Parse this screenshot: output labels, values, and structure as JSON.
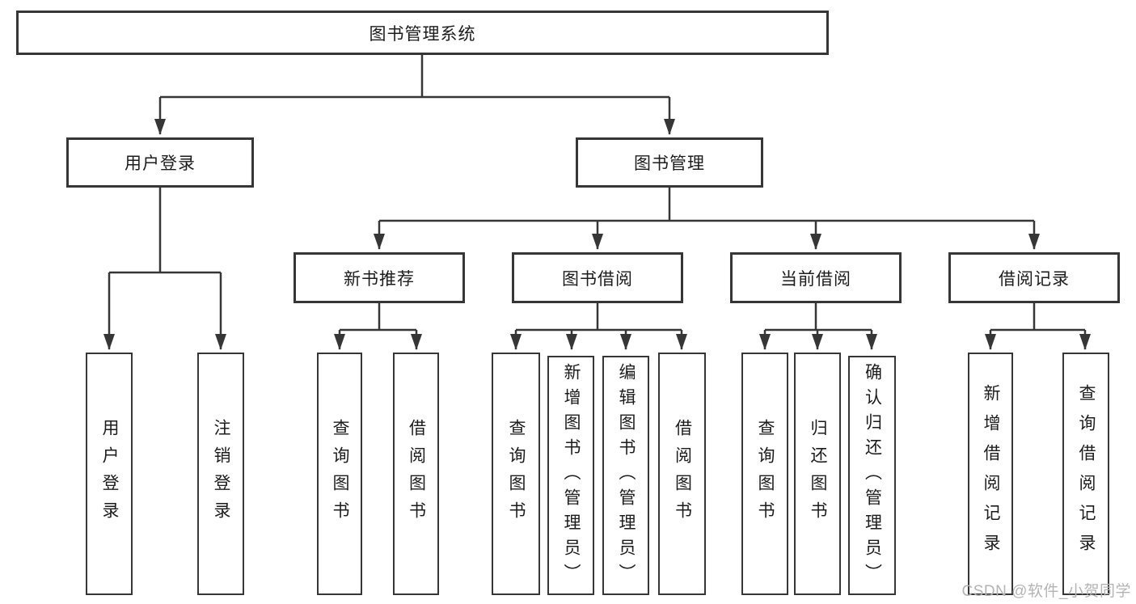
{
  "tree": {
    "root": {
      "label": "图书管理系统"
    },
    "branches": [
      {
        "label": "用户登录",
        "children": [
          {
            "label": "用户登录"
          },
          {
            "label": "注销登录"
          }
        ]
      },
      {
        "label": "图书管理",
        "children": [
          {
            "label": "新书推荐",
            "children": [
              {
                "label": "查询图书"
              },
              {
                "label": "借阅图书"
              }
            ]
          },
          {
            "label": "图书借阅",
            "children": [
              {
                "label": "查询图书"
              },
              {
                "label": "新增图书（管理员）"
              },
              {
                "label": "编辑图书（管理员）"
              },
              {
                "label": "借阅图书"
              }
            ]
          },
          {
            "label": "当前借阅",
            "children": [
              {
                "label": "查询图书"
              },
              {
                "label": "归还图书"
              },
              {
                "label": "确认归还（管理员）"
              }
            ]
          },
          {
            "label": "借阅记录",
            "children": [
              {
                "label": "新增借阅记录"
              },
              {
                "label": "查询借阅记录"
              }
            ]
          }
        ]
      }
    ]
  },
  "watermark": {
    "text": "CSDN @软件_小贺同学"
  },
  "colors": {
    "line": "#363636",
    "box_border": "#363636",
    "text": "#1c1c1c",
    "watermark": "#b4b4b4",
    "background": "#ffffff"
  }
}
